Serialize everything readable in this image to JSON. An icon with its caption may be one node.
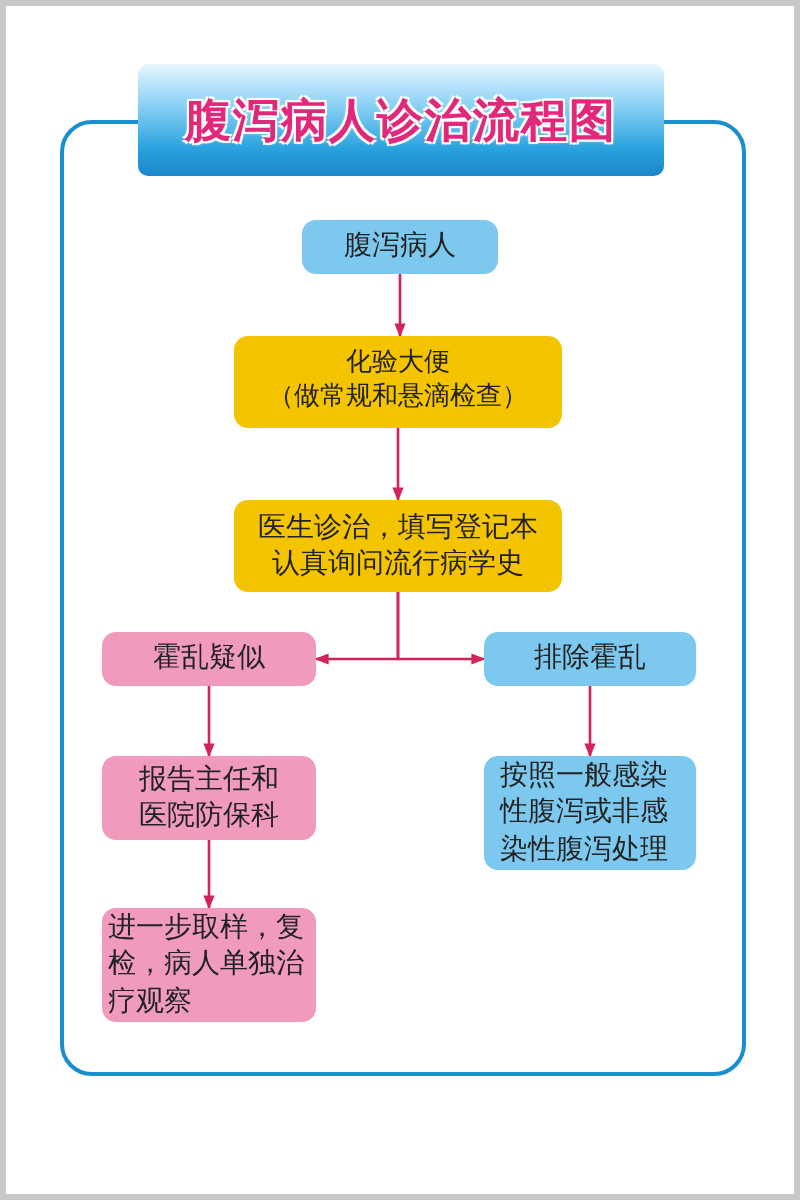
{
  "diagram": {
    "title": "腹泻病人诊治流程图",
    "nodes": [
      {
        "text": [
          "腹泻病人"
        ]
      },
      {
        "text": [
          "化验大便",
          "（做常规和悬滴检查）"
        ]
      },
      {
        "text": [
          "医生诊治，填写登记本认真询问流行病学史"
        ]
      },
      {
        "text": [
          "霍乱疑似"
        ]
      },
      {
        "text": [
          "排除霍乱"
        ]
      },
      {
        "text": [
          "报告主任和医院防保科"
        ]
      },
      {
        "text": [
          "按照一般感染性腹泻或非感染性腹泻处理"
        ]
      },
      {
        "text": [
          "进一步取样，复检，病人单独治疗观察"
        ]
      }
    ],
    "edges": [
      {
        "from": 0,
        "to": 1,
        "arrow": "to"
      },
      {
        "from": 1,
        "to": 2,
        "arrow": "to"
      },
      {
        "from": 2,
        "to": 3,
        "arrow": "to"
      },
      {
        "from": 2,
        "to": 4,
        "arrow": "to"
      },
      {
        "from": 3,
        "to": 5,
        "arrow": "to"
      },
      {
        "from": 4,
        "to": 6,
        "arrow": "to"
      },
      {
        "from": 5,
        "to": 7,
        "arrow": "to"
      }
    ]
  }
}
